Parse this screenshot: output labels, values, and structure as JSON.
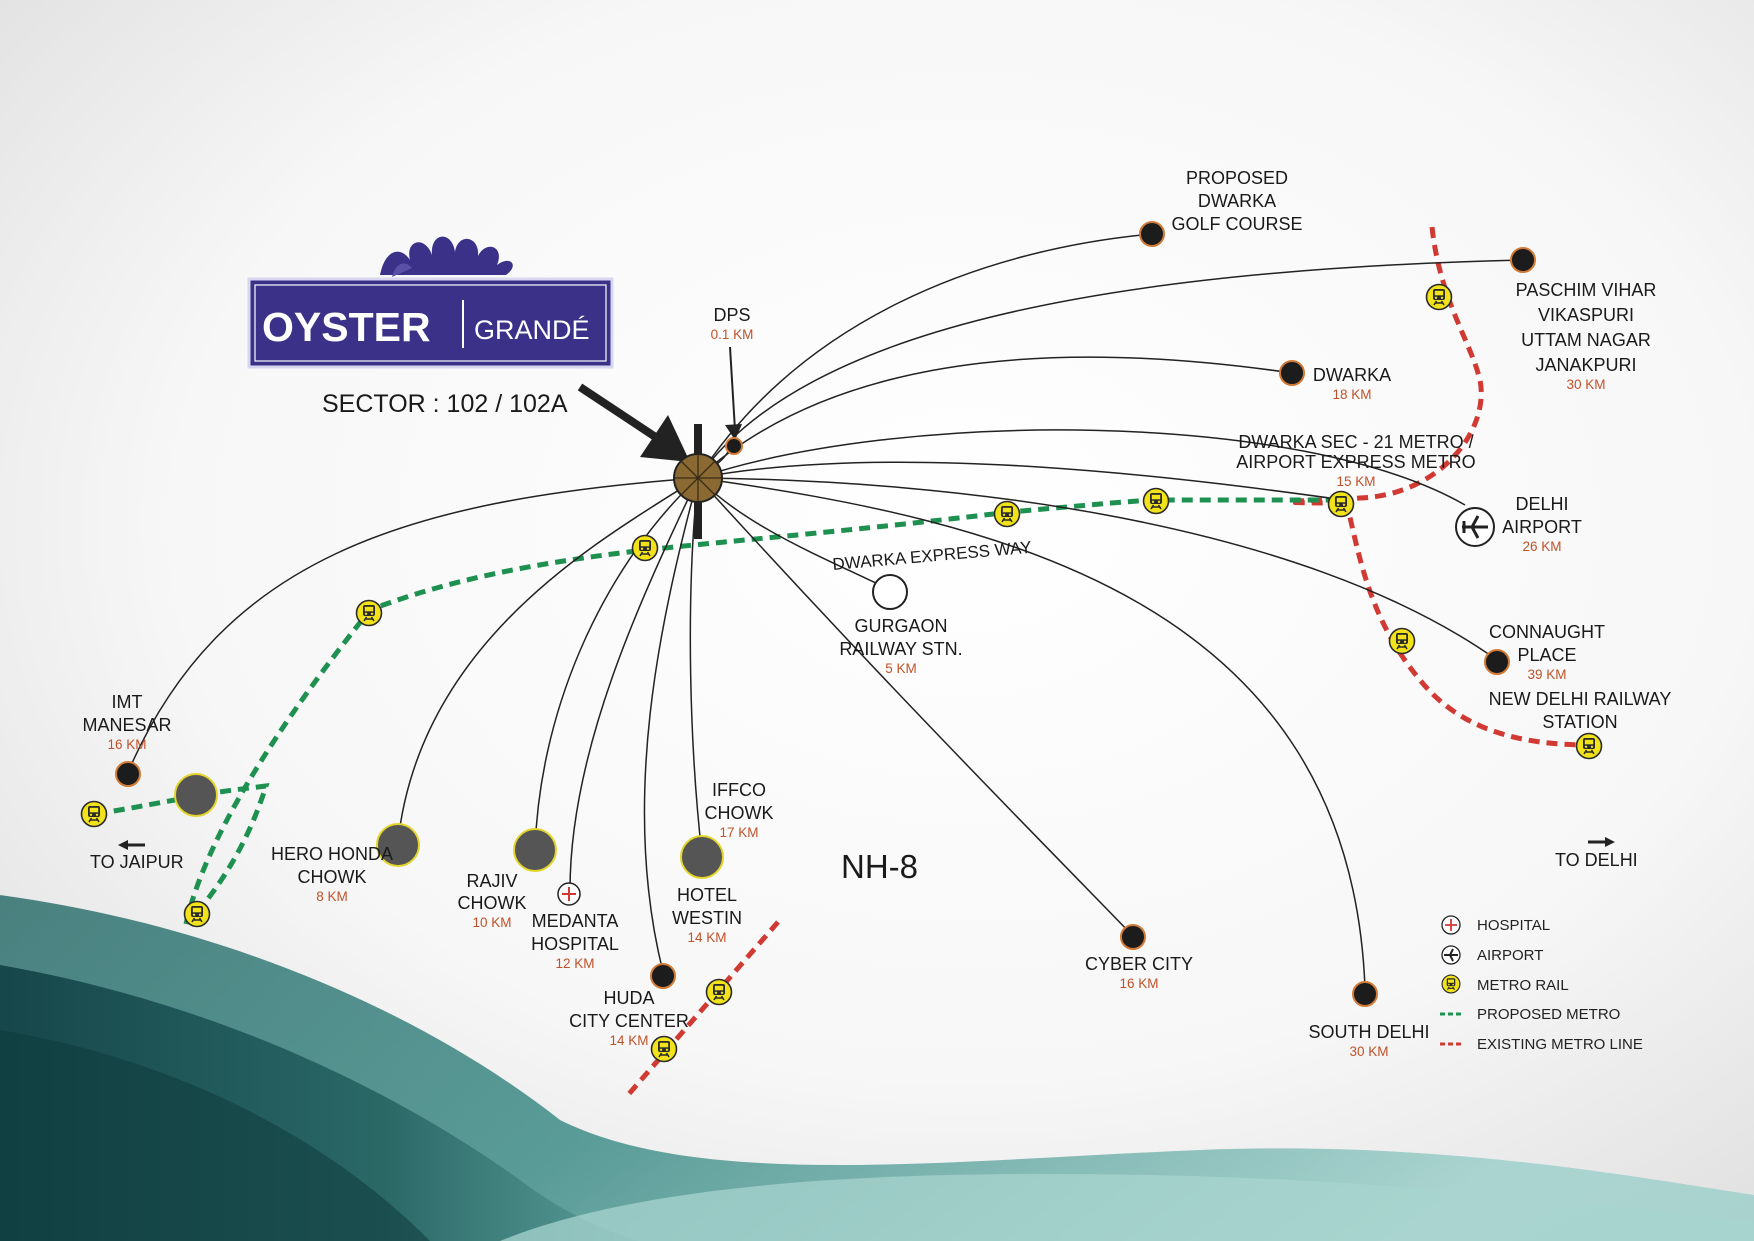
{
  "brand": {
    "name_primary": "OYSTER",
    "name_secondary": "GRANDÉ",
    "sector": "SECTOR : 102 / 102A",
    "colors": {
      "brand_purple": "#3b3189",
      "brand_white": "#ffffff"
    }
  },
  "highway": {
    "label": "NH-8"
  },
  "directions": {
    "left": "TO JAIPUR",
    "right": "TO DELHI"
  },
  "road": {
    "label": "DWARKA EXPRESS WAY"
  },
  "places": {
    "proposed_golf": {
      "lines": [
        "PROPOSED",
        "DWARKA",
        "GOLF COURSE"
      ]
    },
    "paschim_vihar": {
      "lines": [
        "PASCHIM VIHAR",
        "VIKASPURI",
        "UTTAM NAGAR",
        "JANAKPURI"
      ],
      "distance": "30 KM"
    },
    "dps": {
      "lines": [
        "DPS"
      ],
      "distance": "0.1 KM"
    },
    "dwarka": {
      "lines": [
        "DWARKA"
      ],
      "distance": "18 KM"
    },
    "dwarka_metro": {
      "lines": [
        "DWARKA SEC - 21 METRO /",
        "AIRPORT EXPRESS METRO"
      ],
      "distance": "15 KM"
    },
    "delhi_airport": {
      "lines": [
        "DELHI",
        "AIRPORT"
      ],
      "distance": "26 KM"
    },
    "gurgaon_rail": {
      "lines": [
        "GURGAON",
        "RAILWAY STN."
      ],
      "distance": "5 KM"
    },
    "connaught": {
      "lines": [
        "CONNAUGHT",
        "PLACE"
      ],
      "distance": "39 KM"
    },
    "new_delhi_rail": {
      "lines": [
        "NEW DELHI RAILWAY",
        "STATION"
      ]
    },
    "imt_manesar": {
      "lines": [
        "IMT",
        "MANESAR"
      ],
      "distance": "16 KM"
    },
    "hero_honda": {
      "lines": [
        "HERO HONDA",
        "CHOWK"
      ],
      "distance": "8 KM"
    },
    "rajiv_chowk": {
      "lines": [
        "RAJIV",
        "CHOWK"
      ],
      "distance": "10 KM"
    },
    "medanta": {
      "lines": [
        "MEDANTA",
        "HOSPITAL"
      ],
      "distance": "12 KM"
    },
    "iffco": {
      "lines": [
        "IFFCO",
        "CHOWK"
      ],
      "distance": "17 KM"
    },
    "westin": {
      "lines": [
        "HOTEL",
        "WESTIN"
      ],
      "distance": "14 KM"
    },
    "huda": {
      "lines": [
        "HUDA",
        "CITY CENTER"
      ],
      "distance": "14 KM"
    },
    "cyber_city": {
      "lines": [
        "CYBER CITY"
      ],
      "distance": "16 KM"
    },
    "south_delhi": {
      "lines": [
        "SOUTH DELHI"
      ],
      "distance": "30 KM"
    }
  },
  "legend": {
    "hospital": "HOSPITAL",
    "airport": "AIRPORT",
    "metro_rail": "METRO RAIL",
    "proposed_metro": "PROPOSED METRO",
    "existing_metro": "EXISTING METRO LINE"
  },
  "colors": {
    "proposed_metro": "#1e9150",
    "existing_metro": "#d13a33",
    "metro_icon_fill": "#f2e21a",
    "node_fill": "#1c1c1c",
    "node_ring": "#d27a35",
    "hub_fill": "#8a6a32",
    "distance_text": "#c0522a",
    "wave_dark": "#1f5a5a",
    "wave_light": "#6fb1ad"
  }
}
